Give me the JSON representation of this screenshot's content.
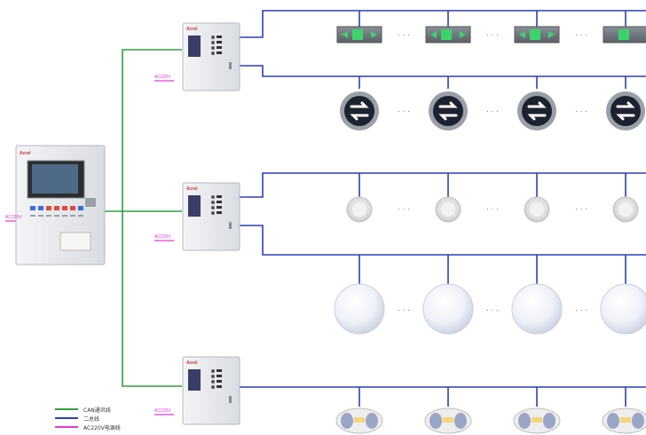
{
  "colors": {
    "can_line": "#2e9e3a",
    "bus_line": "#2b3fb8",
    "power_line": "#e03ad6",
    "cabinet": "#e6e8ec",
    "lamp_globe": "#e8ecf6",
    "exit_sign_green": "#3bd46a"
  },
  "main_controller": {
    "brand": "Acrel",
    "power_label": "AC220V",
    "icon": "main-controller-cabinet-icon"
  },
  "distribution_boxes": [
    {
      "brand": "Acrel",
      "power_label": "AC220V",
      "branches": [
        {
          "device": "exit-sign-icon",
          "count": 4
        },
        {
          "device": "round-direction-sign-icon",
          "count": 4
        }
      ]
    },
    {
      "brand": "Acrel",
      "power_label": "AC220V",
      "branches": [
        {
          "device": "downlight-icon",
          "count": 4
        },
        {
          "device": "globe-lamp-icon",
          "count": 4
        }
      ]
    },
    {
      "brand": "Acrel",
      "power_label": "AC220V",
      "branches": [
        {
          "device": "ceiling-emergency-light-icon",
          "count": 4
        }
      ]
    }
  ],
  "ellipsis": "· · ·",
  "legend": [
    {
      "color": "#2e9e3a",
      "label": "CAN通讯线"
    },
    {
      "color": "#2b3fb8",
      "label": "二总线"
    },
    {
      "color": "#e03ad6",
      "label": "AC220V电源线"
    }
  ]
}
